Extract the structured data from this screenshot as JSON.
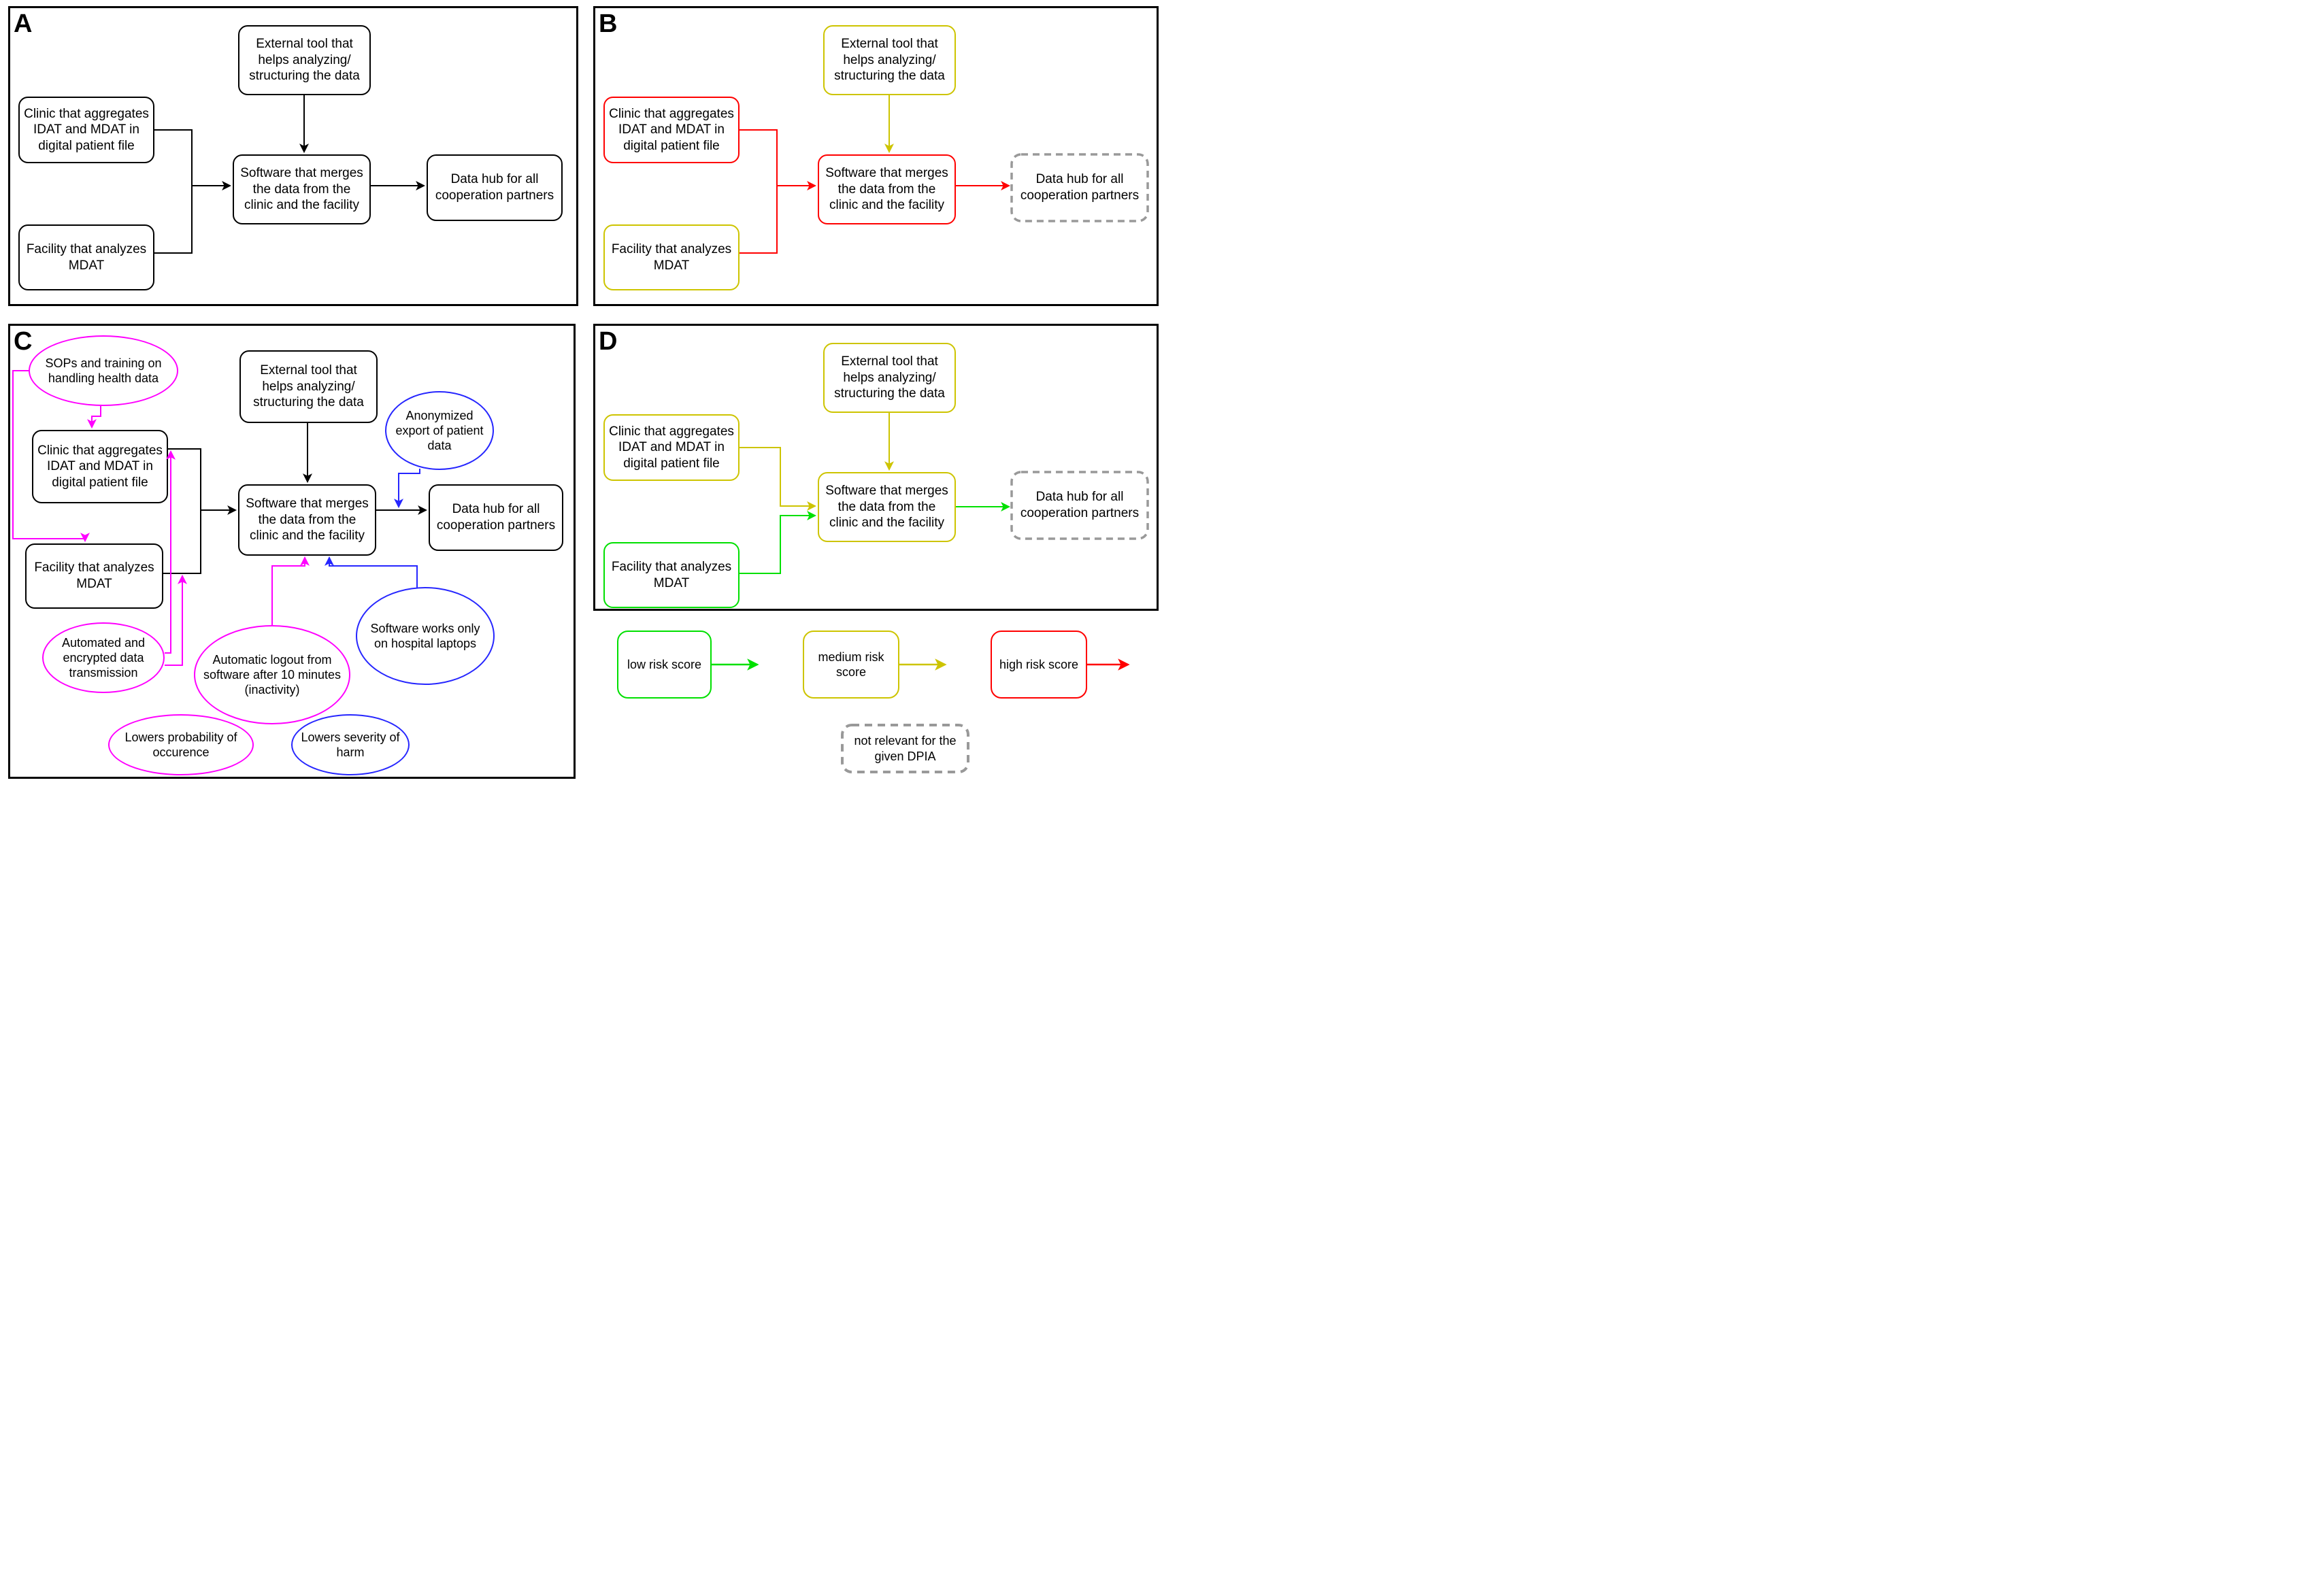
{
  "figure": {
    "description": "Four-panel DPIA flow diagram with risk scoring and mitigation measures"
  },
  "panel_labels": {
    "a": "A",
    "b": "B",
    "c": "C",
    "d": "D"
  },
  "nodes": {
    "clinic": "Clinic that aggregates IDAT and MDAT in digital patient file",
    "facility": "Facility that analyzes MDAT",
    "external_tool": "External tool that helps analyzing/ structuring the data",
    "software": "Software that merges the data from the clinic and the facility",
    "data_hub": "Data hub for all cooperation partners"
  },
  "mitigations": {
    "sops": "SOPs and training on handling health data",
    "auto_logout": "Automatic logout from software after 10 minutes (inactivity)",
    "encrypted_transmission": "Automated and encrypted data transmission",
    "anonymized_export": "Anonymized export of patient data",
    "hospital_laptops": "Software works only on hospital laptops",
    "lowers_probability": "Lowers probability of occurence",
    "lowers_severity": "Lowers severity of harm"
  },
  "legend": {
    "low": "low risk score",
    "medium": "medium risk score",
    "high": "high risk score",
    "not_relevant": "not relevant for the given DPIA"
  },
  "colors": {
    "low_risk_green": "#00E000",
    "medium_risk_yellow": "#CDC400",
    "high_risk_red": "#FF0000",
    "probability_mitigation_magenta": "#FF00FF",
    "severity_mitigation_blue": "#2626FF",
    "default_black": "#000000",
    "not_relevant_gray": "#999999"
  }
}
